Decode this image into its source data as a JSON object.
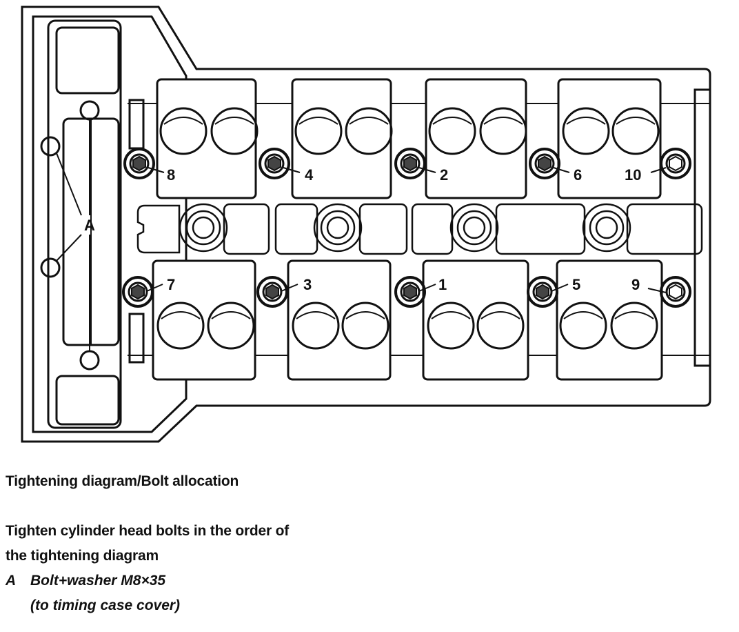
{
  "diagram": {
    "callout_label": "A",
    "bolts": [
      {
        "number": "8"
      },
      {
        "number": "4"
      },
      {
        "number": "2"
      },
      {
        "number": "6"
      },
      {
        "number": "10"
      },
      {
        "number": "7"
      },
      {
        "number": "3"
      },
      {
        "number": "1"
      },
      {
        "number": "5"
      },
      {
        "number": "9"
      }
    ]
  },
  "caption": {
    "title": "Tightening diagram/Bolt allocation",
    "line1": "Tighten cylinder head bolts in the order of",
    "line2": "the tightening diagram",
    "legend_key": "A",
    "legend_text": "Bolt+washer M8×35",
    "legend_note": "(to timing case cover)"
  }
}
